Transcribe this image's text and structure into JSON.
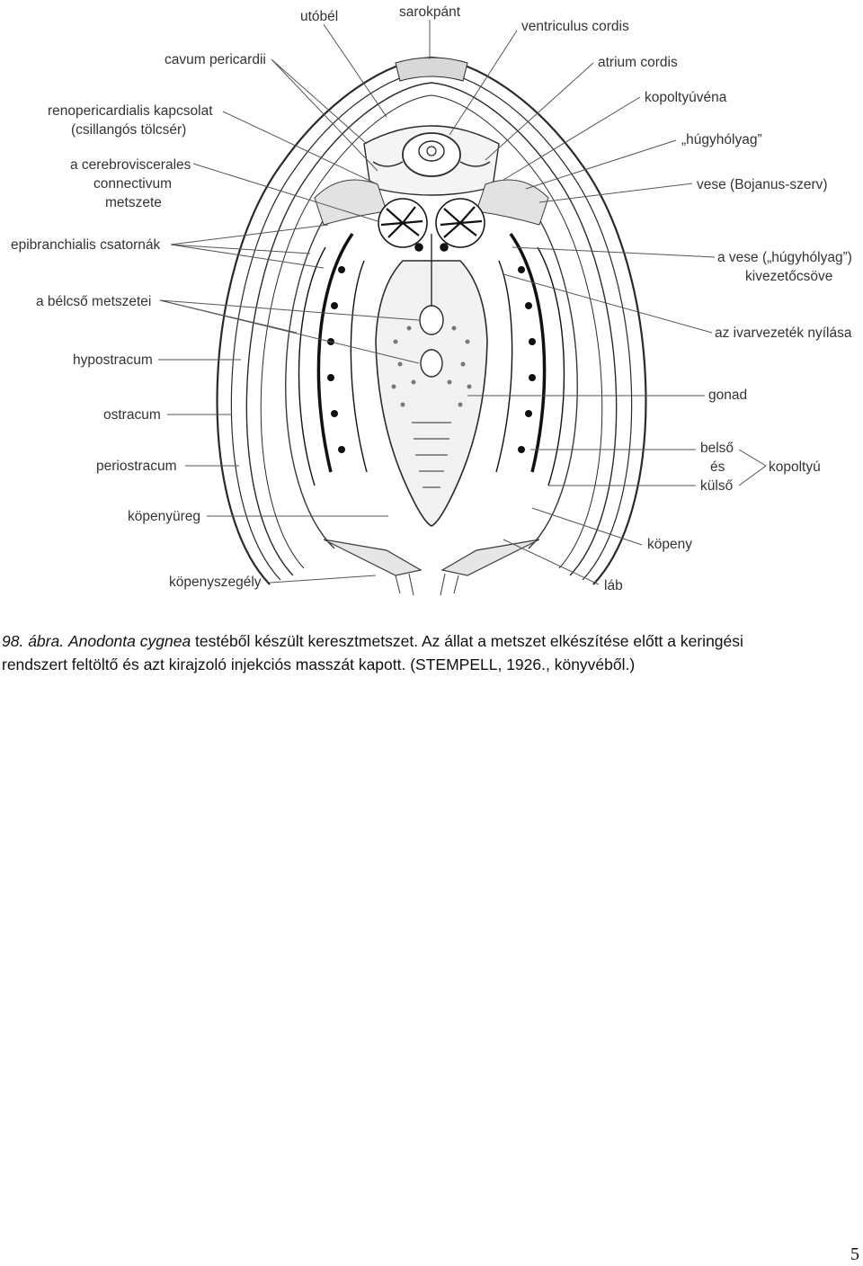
{
  "figure": {
    "labels": {
      "utobel": "utóbél",
      "sarokpant": "sarokpánt",
      "ventriculus": "ventriculus cordis",
      "cavum": "cavum pericardii",
      "atrium": "atrium cordis",
      "kopoltyuvena": "kopoltyúvéna",
      "renoper1": "renopericardialis kapcsolat",
      "renoper2": "(csillangós tölcsér)",
      "hugyholyag": "„húgyhólyag”",
      "cerebro1": "a cerebroviscerales",
      "cerebro2": "connectivum",
      "cerebro3": "metszete",
      "vese": "vese (Bojanus-szerv)",
      "epibranch": "epibranchialis csatornák",
      "vese_kiv1": "a vese („húgyhólyag”)",
      "vese_kiv2": "kivezetőcsöve",
      "belcso": "a bélcső metszetei",
      "ivarvezetek": "az ivarvezeték nyílása",
      "hypostracum": "hypostracum",
      "gonad": "gonad",
      "ostracum": "ostracum",
      "belso": "belső",
      "es": "és",
      "kulso": "külső",
      "kopoltyu": "kopoltyú",
      "periostracum": "periostracum",
      "kopenyureg": "köpenyüreg",
      "kopeny": "köpeny",
      "kopenyszegely": "köpenyszegély",
      "lab": "láb"
    }
  },
  "caption": {
    "prefix": "98. ábra.",
    "species": "Anodonta cygnea",
    "line1_rest": " testéből készült keresztmetszet. Az állat a metszet elkészítése előtt a keringési",
    "line2": "rendszert feltöltő és azt kirajzoló injekciós masszát kapott. (STEMPELL, 1926., könyvéből.)"
  },
  "page_number": "5"
}
